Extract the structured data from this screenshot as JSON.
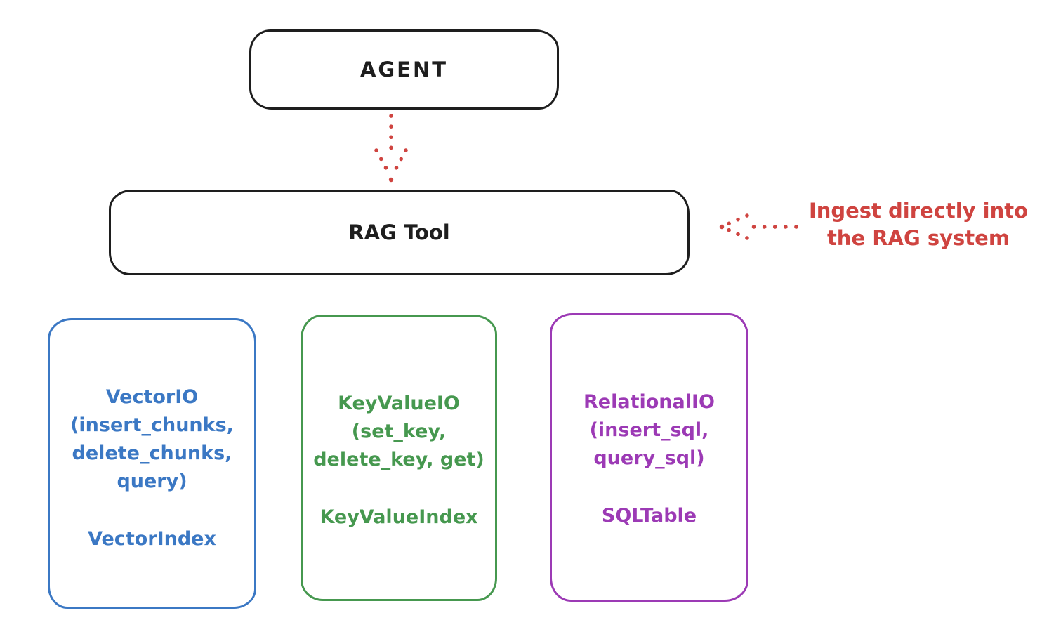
{
  "nodes": {
    "agent": {
      "label": "AGENT"
    },
    "rag_tool": {
      "label": "RAG Tool"
    }
  },
  "annotation": {
    "line1": "Ingest directly into",
    "line2": "the RAG system"
  },
  "io_boxes": [
    {
      "id": "vector-io",
      "lines": [
        "VectorIO",
        "(insert_chunks,",
        "delete_chunks,",
        "query)"
      ],
      "footer": "VectorIndex",
      "color": "#3b78c4"
    },
    {
      "id": "keyvalue-io",
      "lines": [
        "KeyValueIO",
        "(set_key,",
        "delete_key, get)"
      ],
      "footer": "KeyValueIndex",
      "color": "#46984f"
    },
    {
      "id": "relational-io",
      "lines": [
        "RelationalIO",
        "(insert_sql,",
        "query_sql)"
      ],
      "footer": "SQLTable",
      "color": "#9c3ab5"
    }
  ],
  "arrows": [
    {
      "name": "agent-to-rag-tool",
      "style": "dotted",
      "direction": "down",
      "color": "#cf4440"
    },
    {
      "name": "annotation-to-rag-tool",
      "style": "dotted",
      "direction": "left",
      "color": "#cf4440"
    }
  ],
  "colors": {
    "background": "#ffffff",
    "ink": "#1e1e1e",
    "red": "#cf4440",
    "blue": "#3b78c4",
    "green": "#46984f",
    "purple": "#9c3ab5"
  }
}
